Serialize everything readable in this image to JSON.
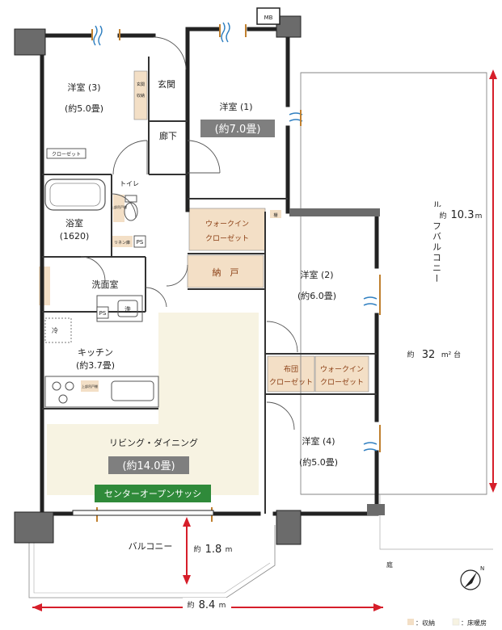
{
  "rooms": {
    "western3": {
      "name": "洋室 (3)",
      "area": "(約5.0畳)"
    },
    "western1": {
      "name": "洋室 (1)",
      "area": "(約7.0畳)"
    },
    "western2": {
      "name": "洋室 (2)",
      "area": "(約6.0畳)"
    },
    "western4": {
      "name": "洋室 (4)",
      "area": "(約5.0畳)"
    },
    "entrance": "玄関",
    "corridor": "廊下",
    "toilet": "トイレ",
    "bath": {
      "name": "浴室",
      "size": "(1620)"
    },
    "washroom": "洗面室",
    "kitchen": {
      "name": "キッチン",
      "area": "(約3.7畳)"
    },
    "living": {
      "name": "リビング・ダイニング",
      "area": "(約14.0畳)"
    },
    "balcony": "バルコニー",
    "roof_balcony": "ルーフバルコニー",
    "garden": "庭"
  },
  "storage": {
    "closet3": "クローゼット",
    "entrance_storage_1": "玄関",
    "entrance_storage_2": "収納",
    "wic1_line1": "ウォークイン",
    "wic1_line2": "クローゼット",
    "nando": "納　戸",
    "wic4_line1": "ウォークイン",
    "wic4_line2": "クローゼット",
    "futon_line1": "布団",
    "futon_line2": "クローゼット",
    "toilet_shelf": "上部吊戸棚",
    "linen": "リネン庫",
    "kitchen_shelf": "上部吊戸棚",
    "small_shelf": "棚"
  },
  "fixtures": {
    "ps1": "PS",
    "ps2": "PS",
    "washer": "洗",
    "fridge": "冷",
    "mb": "MB"
  },
  "sash": "センターオープンサッシ",
  "dimensions": {
    "roof_depth": {
      "prefix": "約",
      "value": "10.3",
      "unit": "m"
    },
    "roof_area": {
      "prefix": "約",
      "value": "32",
      "unit": "m² 台"
    },
    "balcony_depth": {
      "prefix": "約",
      "value": "1.8",
      "unit": "m"
    },
    "width": {
      "prefix": "約",
      "value": "8.4",
      "unit": "m"
    }
  },
  "legend": {
    "storage_label": "：収納",
    "floorheat_label": "：床暖房"
  },
  "colors": {
    "storage_fill": "#f3dfc6",
    "floorheat_fill": "#f7f3e2",
    "wall": "#222222",
    "sash_bg": "#2f8a3a",
    "dimension_red": "#d61e2a",
    "area_badge": "#7f7f7f",
    "window_blue": "#2f7fc0"
  }
}
